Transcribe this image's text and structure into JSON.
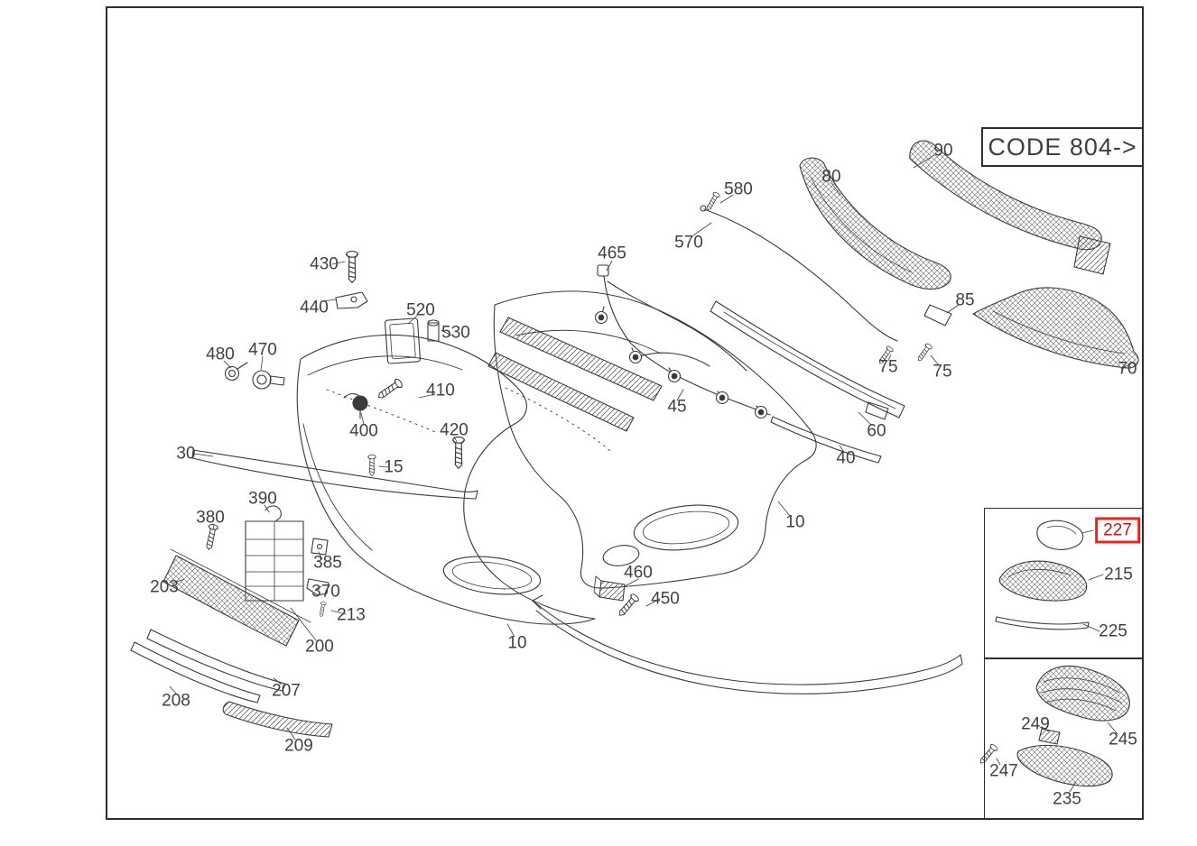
{
  "colors": {
    "line": "#3a3a3a",
    "label_text": "#414141",
    "highlight_box": "#e8251c",
    "background": "#ffffff"
  },
  "code_box": {
    "label": "CODE 804->"
  },
  "selected_part": "227",
  "callouts": [
    {
      "text": "90"
    },
    {
      "text": "80"
    },
    {
      "text": "580"
    },
    {
      "text": "570"
    },
    {
      "text": "465"
    },
    {
      "text": "430"
    },
    {
      "text": "440"
    },
    {
      "text": "520"
    },
    {
      "text": "530"
    },
    {
      "text": "85"
    },
    {
      "text": "480"
    },
    {
      "text": "470"
    },
    {
      "text": "410"
    },
    {
      "text": "75"
    },
    {
      "text": "75"
    },
    {
      "text": "70"
    },
    {
      "text": "45"
    },
    {
      "text": "400"
    },
    {
      "text": "420"
    },
    {
      "text": "60"
    },
    {
      "text": "30"
    },
    {
      "text": "15"
    },
    {
      "text": "40"
    },
    {
      "text": "390"
    },
    {
      "text": "380"
    },
    {
      "text": "10"
    },
    {
      "text": "227"
    },
    {
      "text": "385"
    },
    {
      "text": "215"
    },
    {
      "text": "203"
    },
    {
      "text": "370"
    },
    {
      "text": "460"
    },
    {
      "text": "450"
    },
    {
      "text": "213"
    },
    {
      "text": "225"
    },
    {
      "text": "200"
    },
    {
      "text": "10"
    },
    {
      "text": "207"
    },
    {
      "text": "208"
    },
    {
      "text": "249"
    },
    {
      "text": "245"
    },
    {
      "text": "209"
    },
    {
      "text": "247"
    },
    {
      "text": "235"
    }
  ]
}
